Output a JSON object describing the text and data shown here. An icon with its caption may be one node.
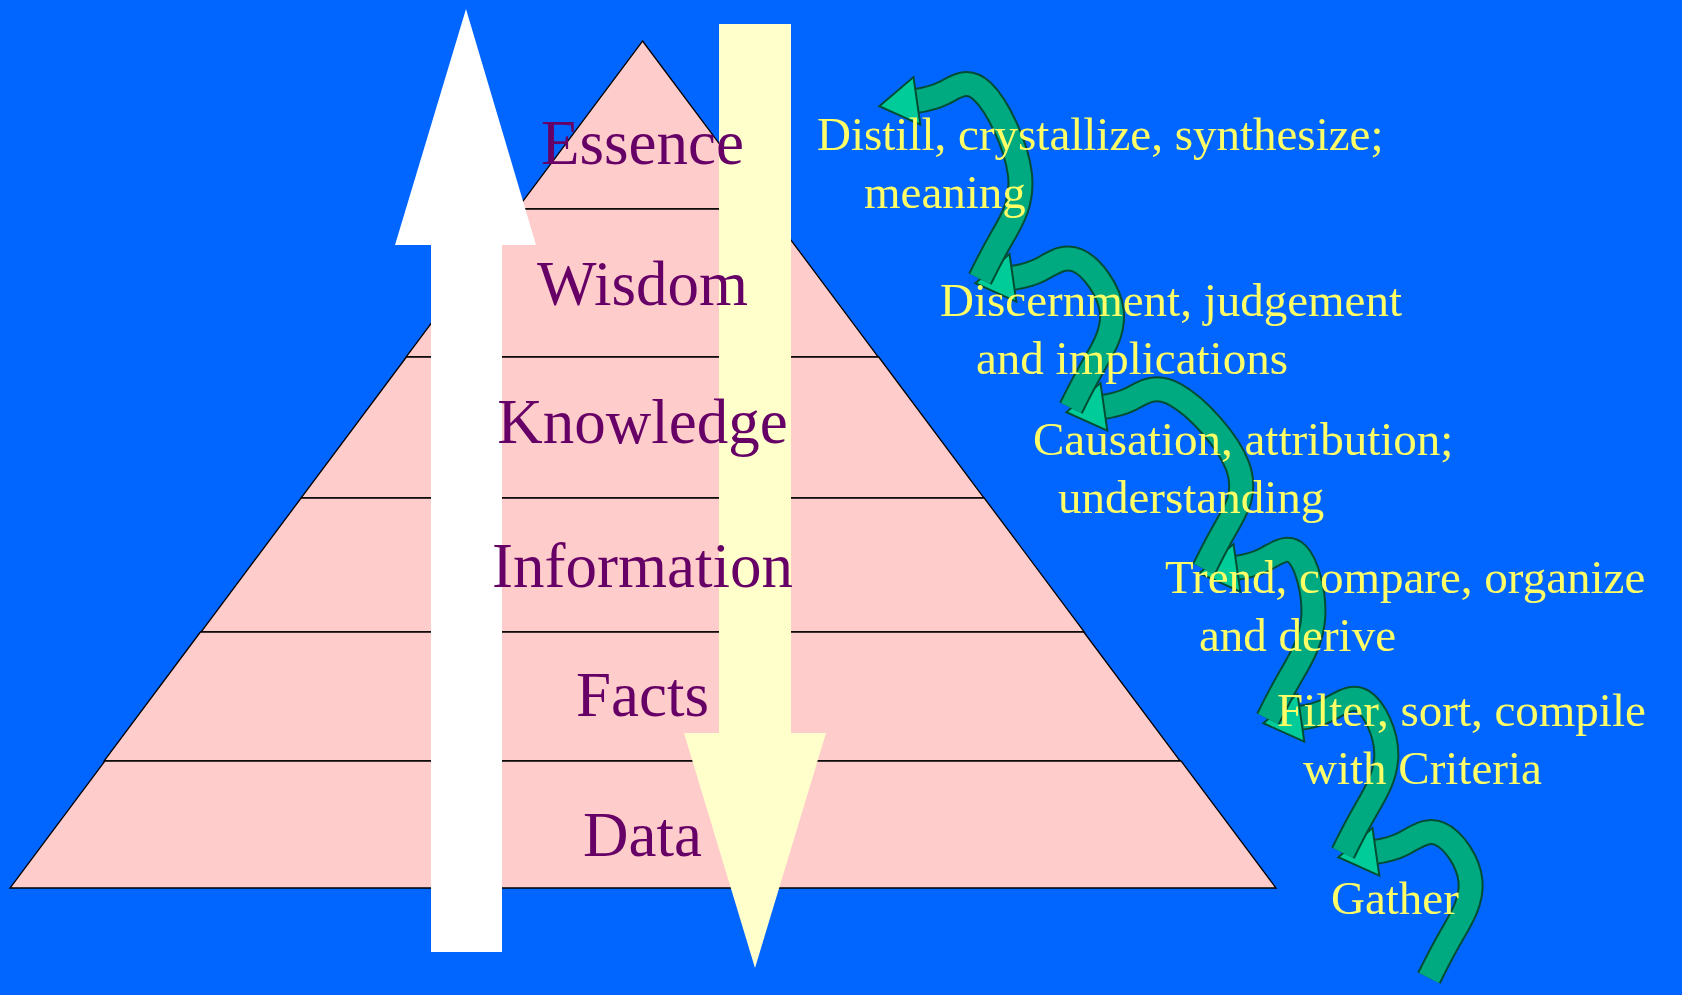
{
  "diagram": {
    "nodes": [
      {
        "text": [
          "Essence"
        ]
      },
      {
        "text": [
          "Wisdom"
        ]
      },
      {
        "text": [
          "Knowledge"
        ]
      },
      {
        "text": [
          "Information"
        ]
      },
      {
        "text": [
          "Facts"
        ]
      },
      {
        "text": [
          "Data"
        ]
      }
    ],
    "labels": [
      "Distill, crystallize, synthesize; meaning",
      "Discernment, judgement and implications",
      "Causation, attribution; understanding",
      "Trend, compare, organize and derive",
      "Filter, sort, compile with Criteria",
      "Gather"
    ]
  }
}
